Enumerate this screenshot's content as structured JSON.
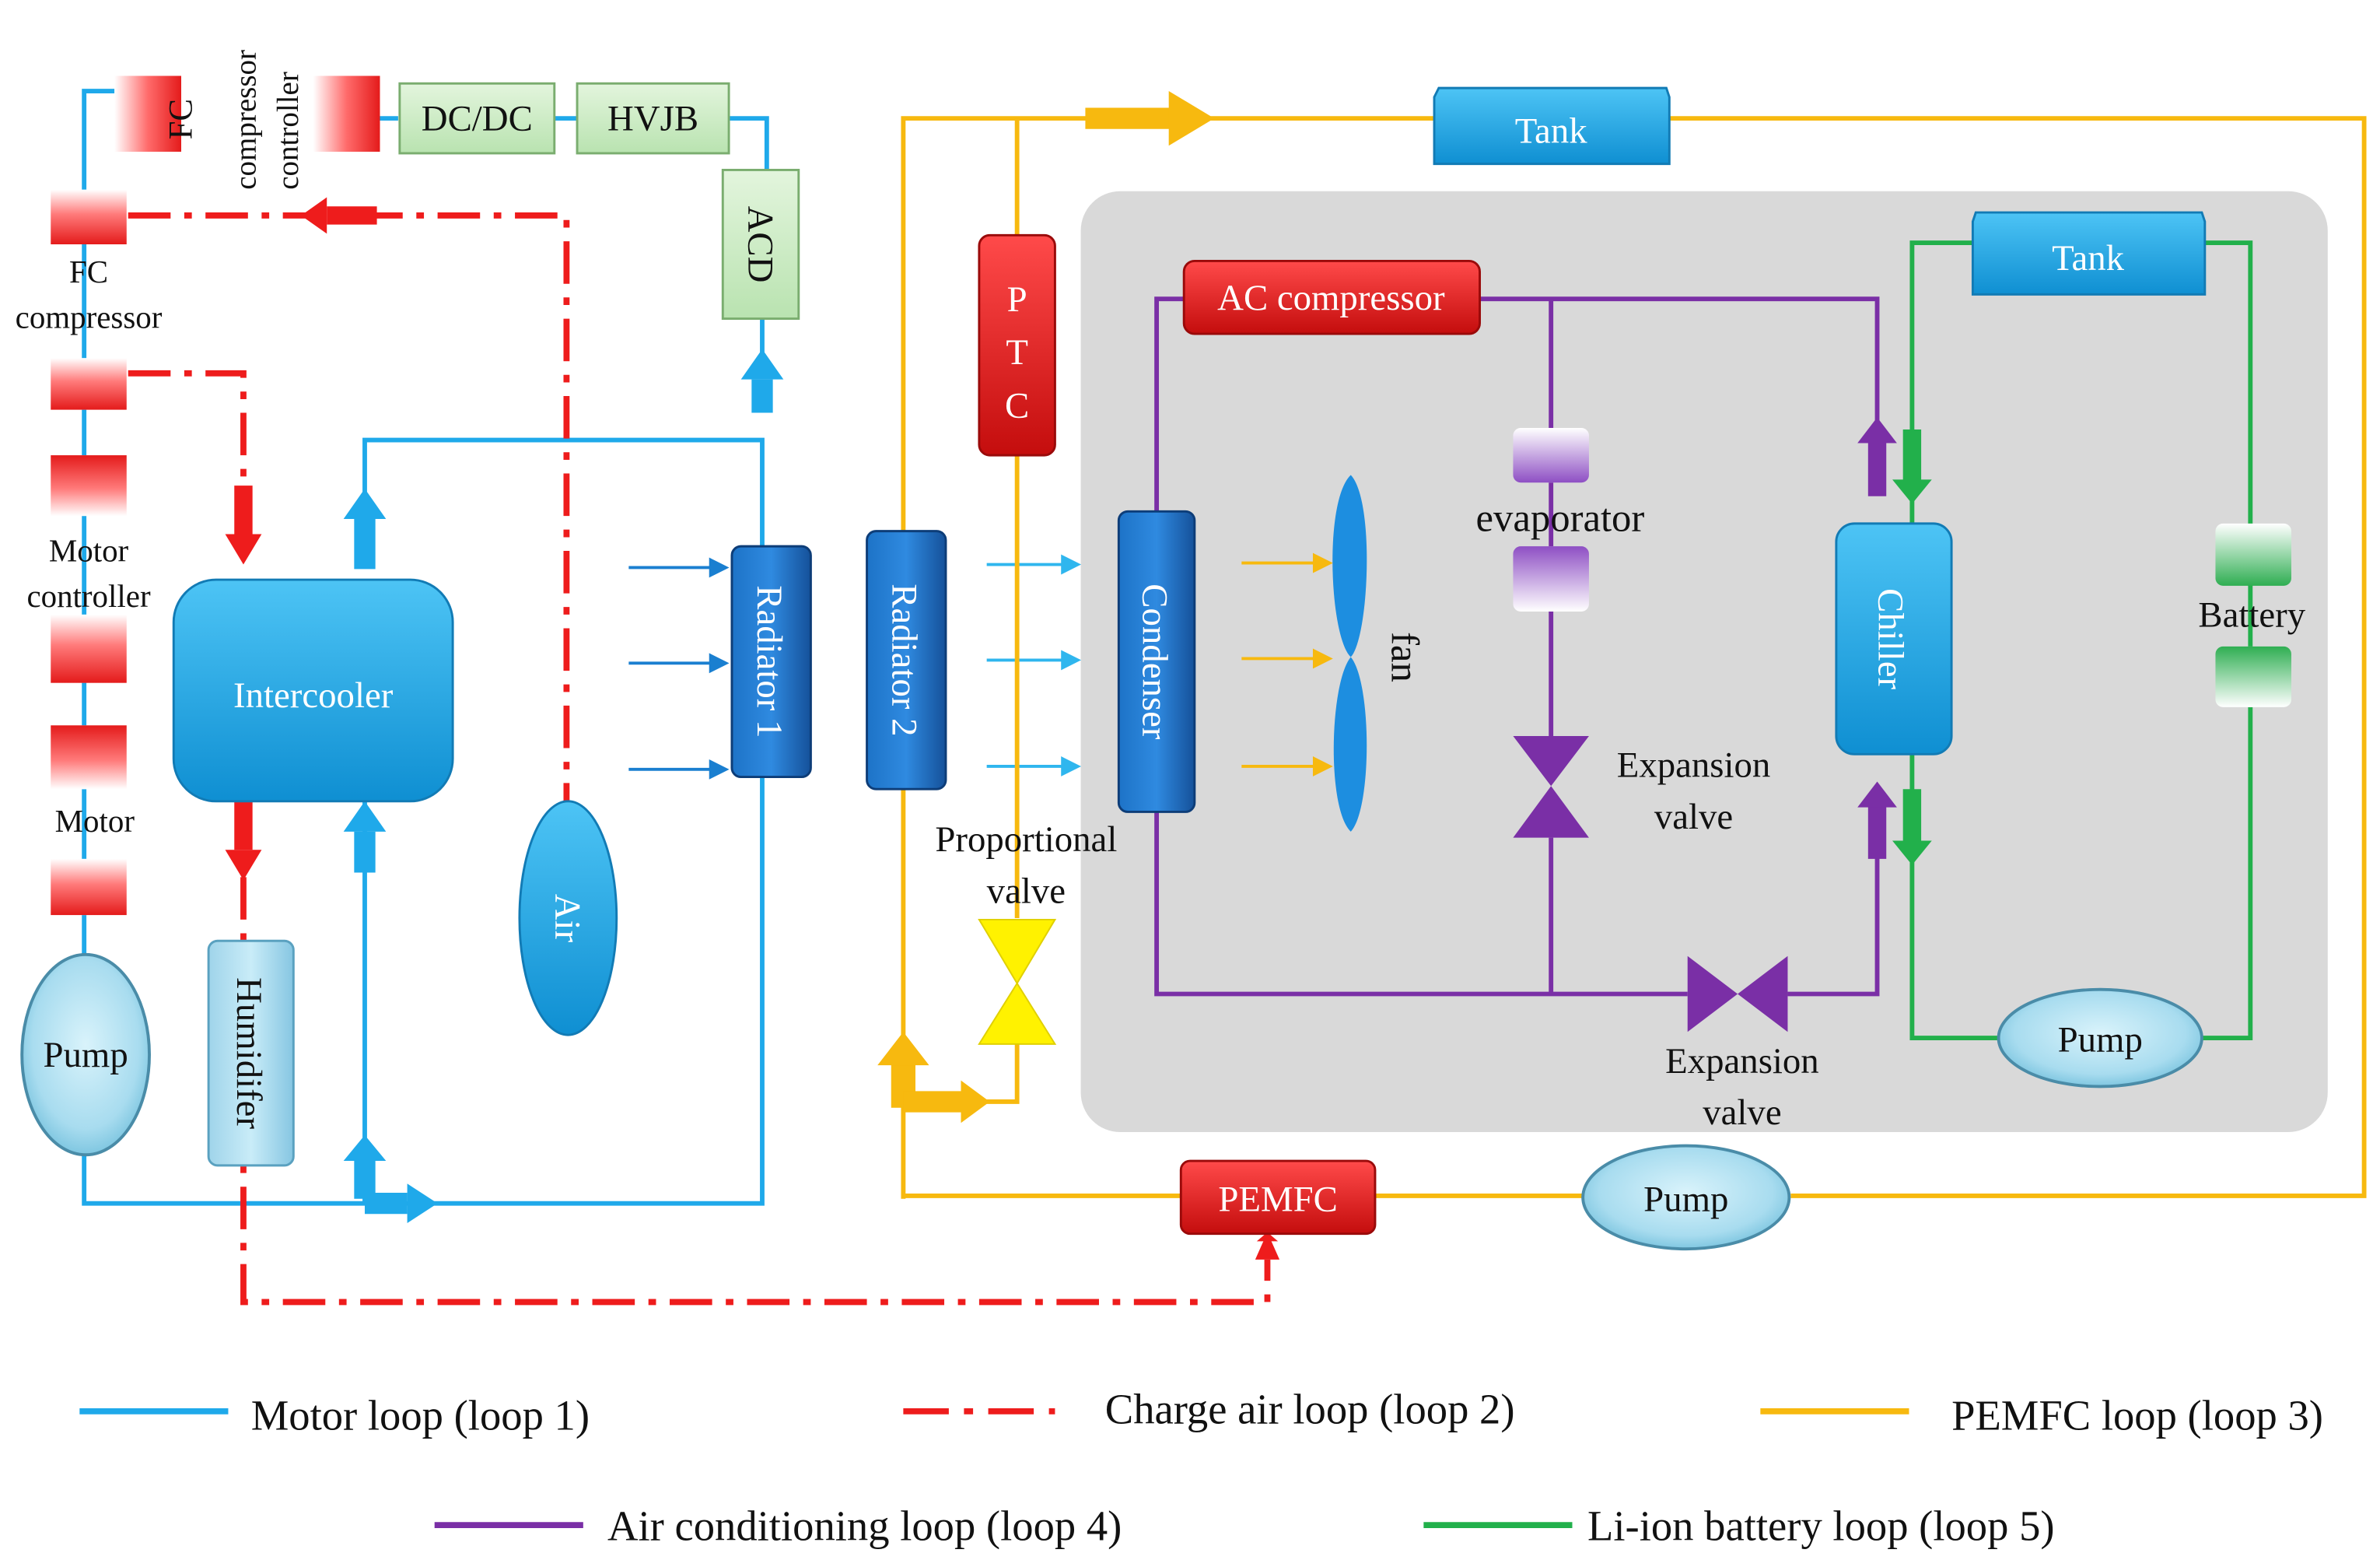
{
  "components": {
    "fc": "FC",
    "fc_compressor_controller_1": "compressor",
    "fc_compressor_controller_2": "controller",
    "dcdc": "DC/DC",
    "hvjb": "HVJB",
    "acd": "ACD",
    "fc_compressor_1": "FC",
    "fc_compressor_2": "compressor",
    "motor_controller_1": "Motor",
    "motor_controller_2": "controller",
    "motor": "Motor",
    "pump_left": "Pump",
    "intercooler": "Intercooler",
    "humidifer": "Humidifer",
    "air": "Air",
    "radiator1": "Radiator 1",
    "radiator2": "Radiator 2",
    "ptc_p": "P",
    "ptc_t": "T",
    "ptc_c": "C",
    "proportional_valve_1": "Proportional",
    "proportional_valve_2": "valve",
    "tank_top": "Tank",
    "pemfc": "PEMFC",
    "pump_bottom": "Pump",
    "ac_compressor": "AC compressor",
    "condenser": "Condenser",
    "fan": "fan",
    "evaporator": "evaporator",
    "expansion_valve_1a": "Expansion",
    "expansion_valve_1b": "valve",
    "expansion_valve_2a": "Expansion",
    "expansion_valve_2b": "valve",
    "chiller": "Chiller",
    "tank_right": "Tank",
    "battery": "Battery",
    "pump_right": "Pump"
  },
  "legend": [
    {
      "label": "Motor loop (loop 1)",
      "color": "#1fa9ea",
      "style": "solid"
    },
    {
      "label": "Charge air loop (loop 2)",
      "color": "#ee1c1c",
      "style": "dash-dot"
    },
    {
      "label": "PEMFC loop (loop 3)",
      "color": "#f7b90f",
      "style": "solid"
    },
    {
      "label": "Air conditioning loop (loop 4)",
      "color": "#7a2fa6",
      "style": "solid"
    },
    {
      "label": "Li-ion battery loop (loop 5)",
      "color": "#22b04b",
      "style": "solid"
    }
  ],
  "colors": {
    "motor_loop": "#1fa9ea",
    "charge_air_loop": "#ee1c1c",
    "pemfc_loop": "#f7b90f",
    "ac_loop": "#7a2fa6",
    "battery_loop": "#22b04b",
    "panel": "#d9d9d9"
  }
}
